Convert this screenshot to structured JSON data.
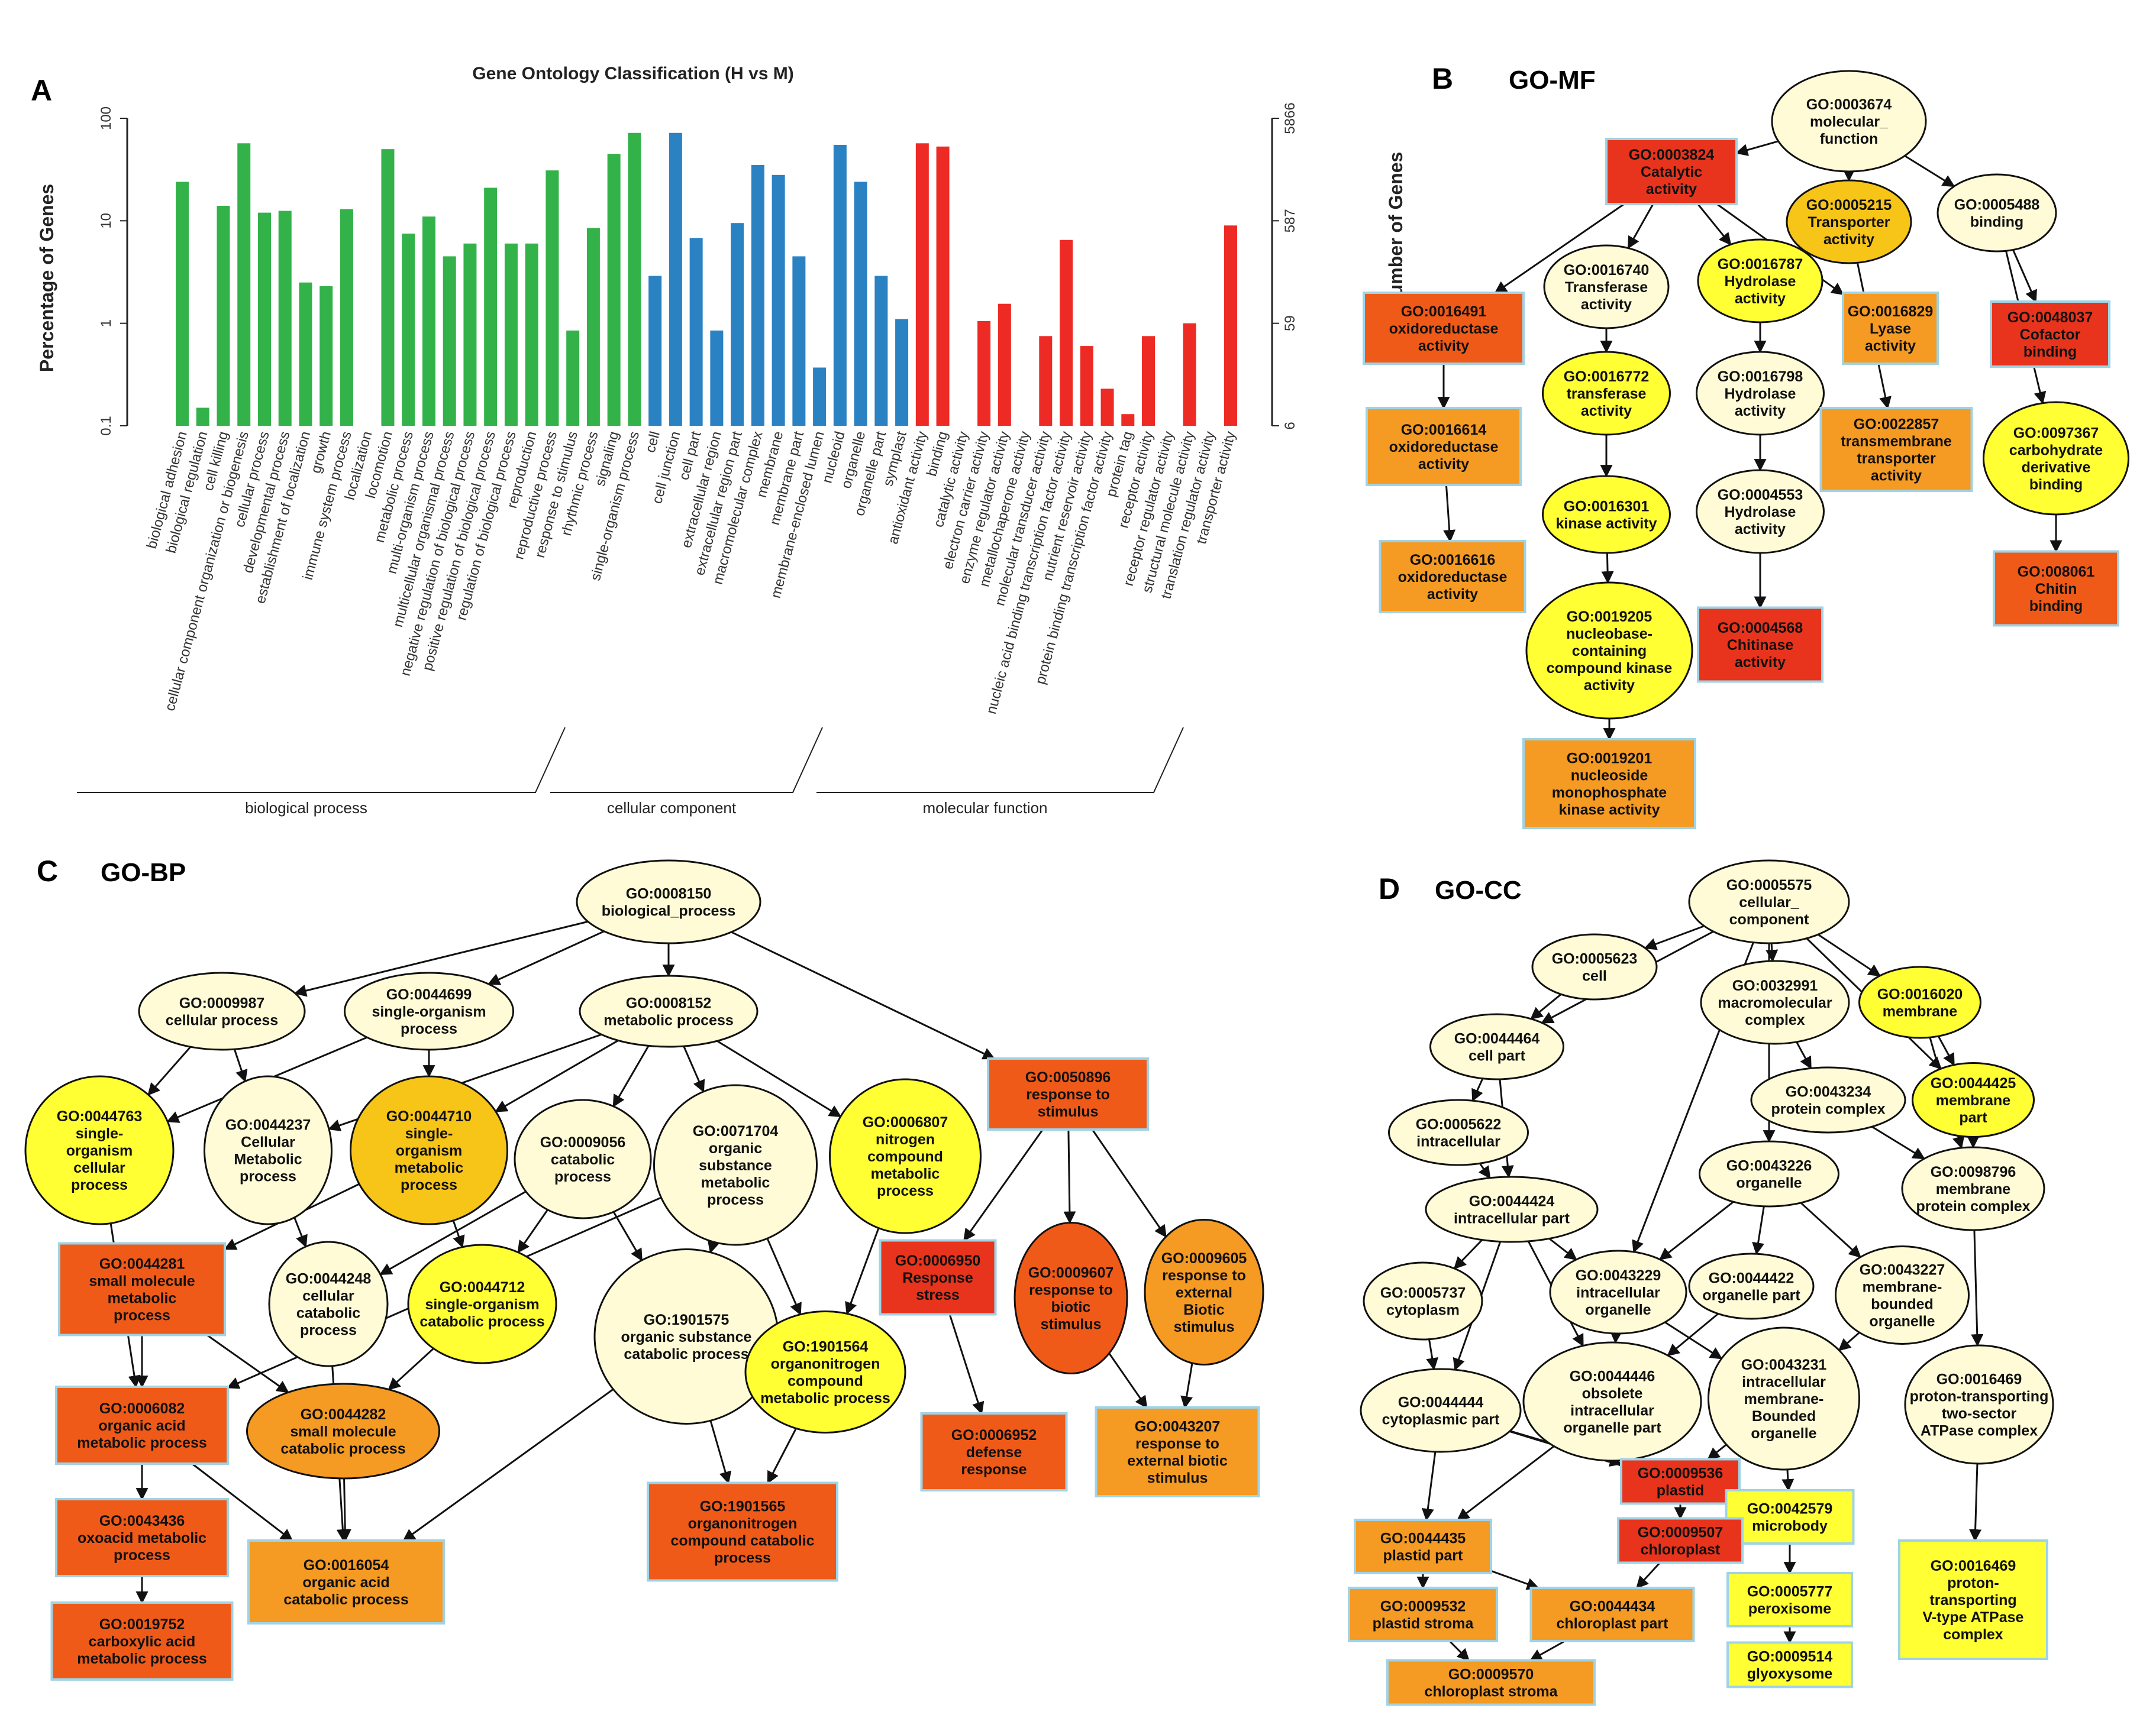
{
  "panels": {
    "a": "A",
    "b": "B",
    "b_title": "GO-MF",
    "c": "C",
    "c_title": "GO-BP",
    "d": "D",
    "d_title": "GO-CC"
  },
  "colors": {
    "biological_process": "#33b24a",
    "cellular_component": "#2b82c3",
    "molecular_function": "#ee2a24",
    "red": "#e8341c",
    "orange_red": "#f05a18",
    "orange": "#f59a22",
    "gold": "#f7c418",
    "yellow": "#ffff33",
    "pale": "#fefbd6"
  },
  "chart_data": {
    "type": "bar",
    "title": "Gene Ontology Classification (H vs M)",
    "ylabel": "Percentage of Genes",
    "y2label": "Number of Genes",
    "yscale": "log",
    "ylim": [
      0.1,
      100
    ],
    "yticks": [
      "100",
      "10",
      "1",
      "0.1"
    ],
    "y2ticks": [
      "5866",
      "587",
      "59",
      "6"
    ],
    "groups": [
      {
        "name": "biological process",
        "color": "#33b24a",
        "start": 0,
        "end": 22
      },
      {
        "name": "cellular component",
        "color": "#2b82c3",
        "start": 23,
        "end": 33
      },
      {
        "name": "molecular function",
        "color": "#ee2a24",
        "start": 34,
        "end": 48
      }
    ],
    "categories": [
      "biological adhesion",
      "biological regulation",
      "cell killing",
      "cellular component organization or biogenesis",
      "cellular process",
      "developmental process",
      "establishment of localization",
      "growth",
      "immune system process",
      "localization",
      "locomotion",
      "metabolic process",
      "multi-organism process",
      "multicellular organismal process",
      "negative regulation of biological process",
      "positive regulation of biological process",
      "regulation of biological process",
      "reproduction",
      "reproductive process",
      "response to stimulus",
      "rhythmic process",
      "signaling",
      "single-organism process",
      "cell",
      "cell junction",
      "cell part",
      "extracellular region",
      "extracellular region part",
      "macromolecular complex",
      "membrane",
      "membrane part",
      "membrane-enclosed lumen",
      "nucleoid",
      "organelle",
      "organelle part",
      "symplast",
      "antioxidant activity",
      "binding",
      "catalytic activity",
      "electron carrier activity",
      "enzyme regulator activity",
      "metallochaperone activity",
      "molecular transducer activity",
      "nucleic acid binding transcription factor activity",
      "nutrient reservoir activity",
      "protein binding transcription factor activity",
      "protein tag",
      "receptor activity",
      "receptor regulator activity",
      "structural molecule activity",
      "translation regulator activity",
      "transporter activity"
    ],
    "values": [
      24,
      0.15,
      14,
      57,
      12,
      12.5,
      2.5,
      2.3,
      13,
      0,
      50,
      7.5,
      11,
      4.5,
      6,
      21,
      6,
      6,
      31,
      0.85,
      8.5,
      45,
      72,
      2.9,
      72,
      6.8,
      0.85,
      9.5,
      35,
      28,
      4.5,
      0.37,
      55,
      24,
      2.9,
      1.1,
      57,
      53,
      0,
      1.05,
      1.55,
      0,
      0.75,
      6.5,
      0.6,
      0.23,
      0.13,
      0.75,
      0,
      1.0,
      0,
      9
    ]
  },
  "graph_mf": {
    "nodes": [
      {
        "id": "mf0",
        "lines": [
          "GO:0003674",
          "molecular_",
          "function"
        ],
        "fill": "pale",
        "shape": "ellipse"
      },
      {
        "id": "mf1",
        "lines": [
          "GO:0003824",
          "Catalytic",
          "activity"
        ],
        "fill": "red",
        "shape": "rect"
      },
      {
        "id": "mf2",
        "lines": [
          "GO:0005215",
          "Transporter",
          "activity"
        ],
        "fill": "gold",
        "shape": "ellipse"
      },
      {
        "id": "mf3",
        "lines": [
          "GO:0005488",
          "binding"
        ],
        "fill": "pale",
        "shape": "ellipse"
      },
      {
        "id": "mf4",
        "lines": [
          "GO:0016740",
          "Transferase",
          "activity"
        ],
        "fill": "pale",
        "shape": "ellipse"
      },
      {
        "id": "mf5",
        "lines": [
          "GO:0016787",
          "Hydrolase",
          "activity"
        ],
        "fill": "yellow",
        "shape": "ellipse"
      },
      {
        "id": "mf6",
        "lines": [
          "GO:0016491",
          "oxidoreductase",
          "activity"
        ],
        "fill": "orange_red",
        "shape": "rect"
      },
      {
        "id": "mf7",
        "lines": [
          "GO:0016829",
          "Lyase",
          "activity"
        ],
        "fill": "orange",
        "shape": "rect"
      },
      {
        "id": "mf8",
        "lines": [
          "GO:0048037",
          "Cofactor",
          "binding"
        ],
        "fill": "red",
        "shape": "rect"
      },
      {
        "id": "mf9",
        "lines": [
          "GO:0016772",
          "transferase",
          "activity"
        ],
        "fill": "yellow",
        "shape": "ellipse"
      },
      {
        "id": "mf10",
        "lines": [
          "GO:0016798",
          "Hydrolase",
          "activity"
        ],
        "fill": "pale",
        "shape": "ellipse"
      },
      {
        "id": "mf11",
        "lines": [
          "GO:0016614",
          "oxidoreductase",
          "activity"
        ],
        "fill": "orange",
        "shape": "rect"
      },
      {
        "id": "mf12",
        "lines": [
          "GO:0022857",
          "transmembrane",
          "transporter",
          "activity"
        ],
        "fill": "orange",
        "shape": "rect"
      },
      {
        "id": "mf13",
        "lines": [
          "GO:0097367",
          "carbohydrate",
          "derivative",
          "binding"
        ],
        "fill": "yellow",
        "shape": "ellipse"
      },
      {
        "id": "mf14",
        "lines": [
          "GO:0016301",
          "kinase activity"
        ],
        "fill": "yellow",
        "shape": "ellipse"
      },
      {
        "id": "mf15",
        "lines": [
          "GO:0004553",
          "Hydrolase",
          "activity"
        ],
        "fill": "pale",
        "shape": "ellipse"
      },
      {
        "id": "mf16",
        "lines": [
          "GO:0016616",
          "oxidoreductase",
          "activity"
        ],
        "fill": "orange",
        "shape": "rect"
      },
      {
        "id": "mf17",
        "lines": [
          "GO:008061",
          "Chitin",
          "binding"
        ],
        "fill": "orange_red",
        "shape": "rect"
      },
      {
        "id": "mf18",
        "lines": [
          "GO:0019205",
          "nucleobase-",
          "containing",
          "compound kinase",
          "activity"
        ],
        "fill": "yellow",
        "shape": "ellipse"
      },
      {
        "id": "mf19",
        "lines": [
          "GO:0004568",
          "Chitinase",
          "activity"
        ],
        "fill": "red",
        "shape": "rect"
      },
      {
        "id": "mf20",
        "lines": [
          "GO:0019201",
          "nucleoside",
          "monophosphate",
          "kinase activity"
        ],
        "fill": "orange",
        "shape": "rect"
      }
    ]
  },
  "graph_bp": {
    "nodes": [
      {
        "id": "bp0",
        "lines": [
          "GO:0008150",
          "biological_process"
        ],
        "fill": "pale",
        "shape": "ellipse"
      },
      {
        "id": "bp1",
        "lines": [
          "GO:0009987",
          "cellular process"
        ],
        "fill": "pale",
        "shape": "ellipse"
      },
      {
        "id": "bp2",
        "lines": [
          "GO:0044699",
          "single-organism",
          "process"
        ],
        "fill": "pale",
        "shape": "ellipse"
      },
      {
        "id": "bp3",
        "lines": [
          "GO:0008152",
          "metabolic process"
        ],
        "fill": "pale",
        "shape": "ellipse"
      },
      {
        "id": "bp4",
        "lines": [
          "GO:0050896",
          "response to",
          "stimulus"
        ],
        "fill": "orange_red",
        "shape": "rect"
      },
      {
        "id": "bp5",
        "lines": [
          "GO:0044763",
          "single-",
          "organism",
          "cellular",
          "process"
        ],
        "fill": "yellow",
        "shape": "ellipse"
      },
      {
        "id": "bp6",
        "lines": [
          "GO:0044237",
          "Cellular",
          "Metabolic",
          "process"
        ],
        "fill": "pale",
        "shape": "ellipse"
      },
      {
        "id": "bp7",
        "lines": [
          "GO:0044710",
          "single-",
          "organism",
          "metabolic",
          "process"
        ],
        "fill": "gold",
        "shape": "ellipse"
      },
      {
        "id": "bp8",
        "lines": [
          "GO:0009056",
          "catabolic",
          "process"
        ],
        "fill": "pale",
        "shape": "ellipse"
      },
      {
        "id": "bp9",
        "lines": [
          "GO:0071704",
          "organic",
          "substance",
          "metabolic",
          "process"
        ],
        "fill": "pale",
        "shape": "ellipse"
      },
      {
        "id": "bp10",
        "lines": [
          "GO:0006807",
          "nitrogen",
          "compound",
          "metabolic",
          "process"
        ],
        "fill": "yellow",
        "shape": "ellipse"
      },
      {
        "id": "bp11",
        "lines": [
          "GO:0044281",
          "small molecule",
          "metabolic",
          "process"
        ],
        "fill": "orange_red",
        "shape": "rect"
      },
      {
        "id": "bp12",
        "lines": [
          "GO:0044248",
          "cellular",
          "catabolic",
          "process"
        ],
        "fill": "pale",
        "shape": "ellipse"
      },
      {
        "id": "bp13",
        "lines": [
          "GO:0044712",
          "single-organism",
          "catabolic process"
        ],
        "fill": "yellow",
        "shape": "ellipse"
      },
      {
        "id": "bp14",
        "lines": [
          "GO:1901575",
          "organic substance",
          "catabolic process"
        ],
        "fill": "pale",
        "shape": "ellipse"
      },
      {
        "id": "bp15",
        "lines": [
          "GO:1901564",
          "organonitrogen",
          "compound",
          "metabolic process"
        ],
        "fill": "yellow",
        "shape": "ellipse"
      },
      {
        "id": "bp16",
        "lines": [
          "GO:0006950",
          "Response",
          "stress"
        ],
        "fill": "red",
        "shape": "rect"
      },
      {
        "id": "bp17",
        "lines": [
          "GO:0009607",
          "response to",
          "biotic",
          "stimulus"
        ],
        "fill": "orange_red",
        "shape": "ellipse"
      },
      {
        "id": "bp18",
        "lines": [
          "GO:0009605",
          "response to",
          "external",
          "Biotic",
          "stimulus"
        ],
        "fill": "orange",
        "shape": "ellipse"
      },
      {
        "id": "bp19",
        "lines": [
          "GO:0006082",
          "organic acid",
          "metabolic process"
        ],
        "fill": "orange_red",
        "shape": "rect"
      },
      {
        "id": "bp20",
        "lines": [
          "GO:0044282",
          "small molecule",
          "catabolic process"
        ],
        "fill": "orange",
        "shape": "ellipse"
      },
      {
        "id": "bp21",
        "lines": [
          "GO:0006952",
          "defense",
          "response"
        ],
        "fill": "orange_red",
        "shape": "rect"
      },
      {
        "id": "bp22",
        "lines": [
          "GO:0043207",
          "response to",
          "external biotic",
          "stimulus"
        ],
        "fill": "orange",
        "shape": "rect"
      },
      {
        "id": "bp23",
        "lines": [
          "GO:1901565",
          "organonitrogen",
          "compound catabolic",
          "process"
        ],
        "fill": "orange_red",
        "shape": "rect"
      },
      {
        "id": "bp24",
        "lines": [
          "GO:0043436",
          "oxoacid metabolic",
          "process"
        ],
        "fill": "orange_red",
        "shape": "rect"
      },
      {
        "id": "bp25",
        "lines": [
          "GO:0016054",
          "organic acid",
          "catabolic process"
        ],
        "fill": "orange",
        "shape": "rect"
      },
      {
        "id": "bp26",
        "lines": [
          "GO:0019752",
          "carboxylic acid",
          "metabolic process"
        ],
        "fill": "orange_red",
        "shape": "rect"
      }
    ]
  },
  "graph_cc": {
    "nodes": [
      {
        "id": "cc0",
        "lines": [
          "GO:0005575",
          "cellular_",
          "component"
        ],
        "fill": "pale",
        "shape": "ellipse"
      },
      {
        "id": "cc1",
        "lines": [
          "GO:0005623",
          "cell"
        ],
        "fill": "pale",
        "shape": "ellipse"
      },
      {
        "id": "cc2",
        "lines": [
          "GO:0032991",
          "macromolecular",
          "complex"
        ],
        "fill": "pale",
        "shape": "ellipse"
      },
      {
        "id": "cc3",
        "lines": [
          "GO:0016020",
          "membrane"
        ],
        "fill": "yellow",
        "shape": "ellipse"
      },
      {
        "id": "cc4",
        "lines": [
          "GO:0044464",
          "cell part"
        ],
        "fill": "pale",
        "shape": "ellipse"
      },
      {
        "id": "cc5",
        "lines": [
          "GO:0044425",
          "membrane",
          "part"
        ],
        "fill": "yellow",
        "shape": "ellipse"
      },
      {
        "id": "cc6",
        "lines": [
          "GO:0043234",
          "protein complex"
        ],
        "fill": "pale",
        "shape": "ellipse"
      },
      {
        "id": "cc7",
        "lines": [
          "GO:0005622",
          "intracellular"
        ],
        "fill": "pale",
        "shape": "ellipse"
      },
      {
        "id": "cc8",
        "lines": [
          "GO:0043226",
          "organelle"
        ],
        "fill": "pale",
        "shape": "ellipse"
      },
      {
        "id": "cc9",
        "lines": [
          "GO:0098796",
          "membrane",
          "protein complex"
        ],
        "fill": "pale",
        "shape": "ellipse"
      },
      {
        "id": "cc10",
        "lines": [
          "GO:0044424",
          "intracellular part"
        ],
        "fill": "pale",
        "shape": "ellipse"
      },
      {
        "id": "cc11",
        "lines": [
          "GO:0005737",
          "cytoplasm"
        ],
        "fill": "pale",
        "shape": "ellipse"
      },
      {
        "id": "cc12",
        "lines": [
          "GO:0043229",
          "intracellular",
          "organelle"
        ],
        "fill": "pale",
        "shape": "ellipse"
      },
      {
        "id": "cc13",
        "lines": [
          "GO:0044422",
          "organelle part"
        ],
        "fill": "pale",
        "shape": "ellipse"
      },
      {
        "id": "cc14",
        "lines": [
          "GO:0043227",
          "membrane-",
          "bounded",
          "organelle"
        ],
        "fill": "pale",
        "shape": "ellipse"
      },
      {
        "id": "cc15",
        "lines": [
          "GO:0044444",
          "cytoplasmic part"
        ],
        "fill": "pale",
        "shape": "ellipse"
      },
      {
        "id": "cc16",
        "lines": [
          "GO:0044446",
          "obsolete",
          "intracellular",
          "organelle part"
        ],
        "fill": "pale",
        "shape": "ellipse"
      },
      {
        "id": "cc17",
        "lines": [
          "GO:0043231",
          "intracellular",
          "membrane-",
          "Bounded",
          "organelle"
        ],
        "fill": "pale",
        "shape": "ellipse"
      },
      {
        "id": "cc18",
        "lines": [
          "GO:0016469",
          "proton-transporting",
          "two-sector",
          "ATPase complex"
        ],
        "fill": "pale",
        "shape": "ellipse"
      },
      {
        "id": "cc19",
        "lines": [
          "GO:0009536",
          "plastid"
        ],
        "fill": "red",
        "shape": "rect"
      },
      {
        "id": "cc20",
        "lines": [
          "GO:0042579",
          "microbody"
        ],
        "fill": "yellow",
        "shape": "rect"
      },
      {
        "id": "cc21",
        "lines": [
          "GO:0044435",
          "plastid part"
        ],
        "fill": "orange",
        "shape": "rect"
      },
      {
        "id": "cc22",
        "lines": [
          "GO:0009507",
          "chloroplast"
        ],
        "fill": "red",
        "shape": "rect"
      },
      {
        "id": "cc23",
        "lines": [
          "GO:0016469",
          "proton-",
          "transporting",
          "V-type ATPase",
          "complex"
        ],
        "fill": "yellow",
        "shape": "rect"
      },
      {
        "id": "cc24",
        "lines": [
          "GO:0009532",
          "plastid stroma"
        ],
        "fill": "orange",
        "shape": "rect"
      },
      {
        "id": "cc25",
        "lines": [
          "GO:0044434",
          "chloroplast part"
        ],
        "fill": "orange",
        "shape": "rect"
      },
      {
        "id": "cc26",
        "lines": [
          "GO:0005777",
          "peroxisome"
        ],
        "fill": "yellow",
        "shape": "rect"
      },
      {
        "id": "cc27",
        "lines": [
          "GO:0009570",
          "chloroplast stroma"
        ],
        "fill": "orange",
        "shape": "rect"
      },
      {
        "id": "cc28",
        "lines": [
          "GO:0009514",
          "glyoxysome"
        ],
        "fill": "yellow",
        "shape": "rect"
      }
    ]
  }
}
